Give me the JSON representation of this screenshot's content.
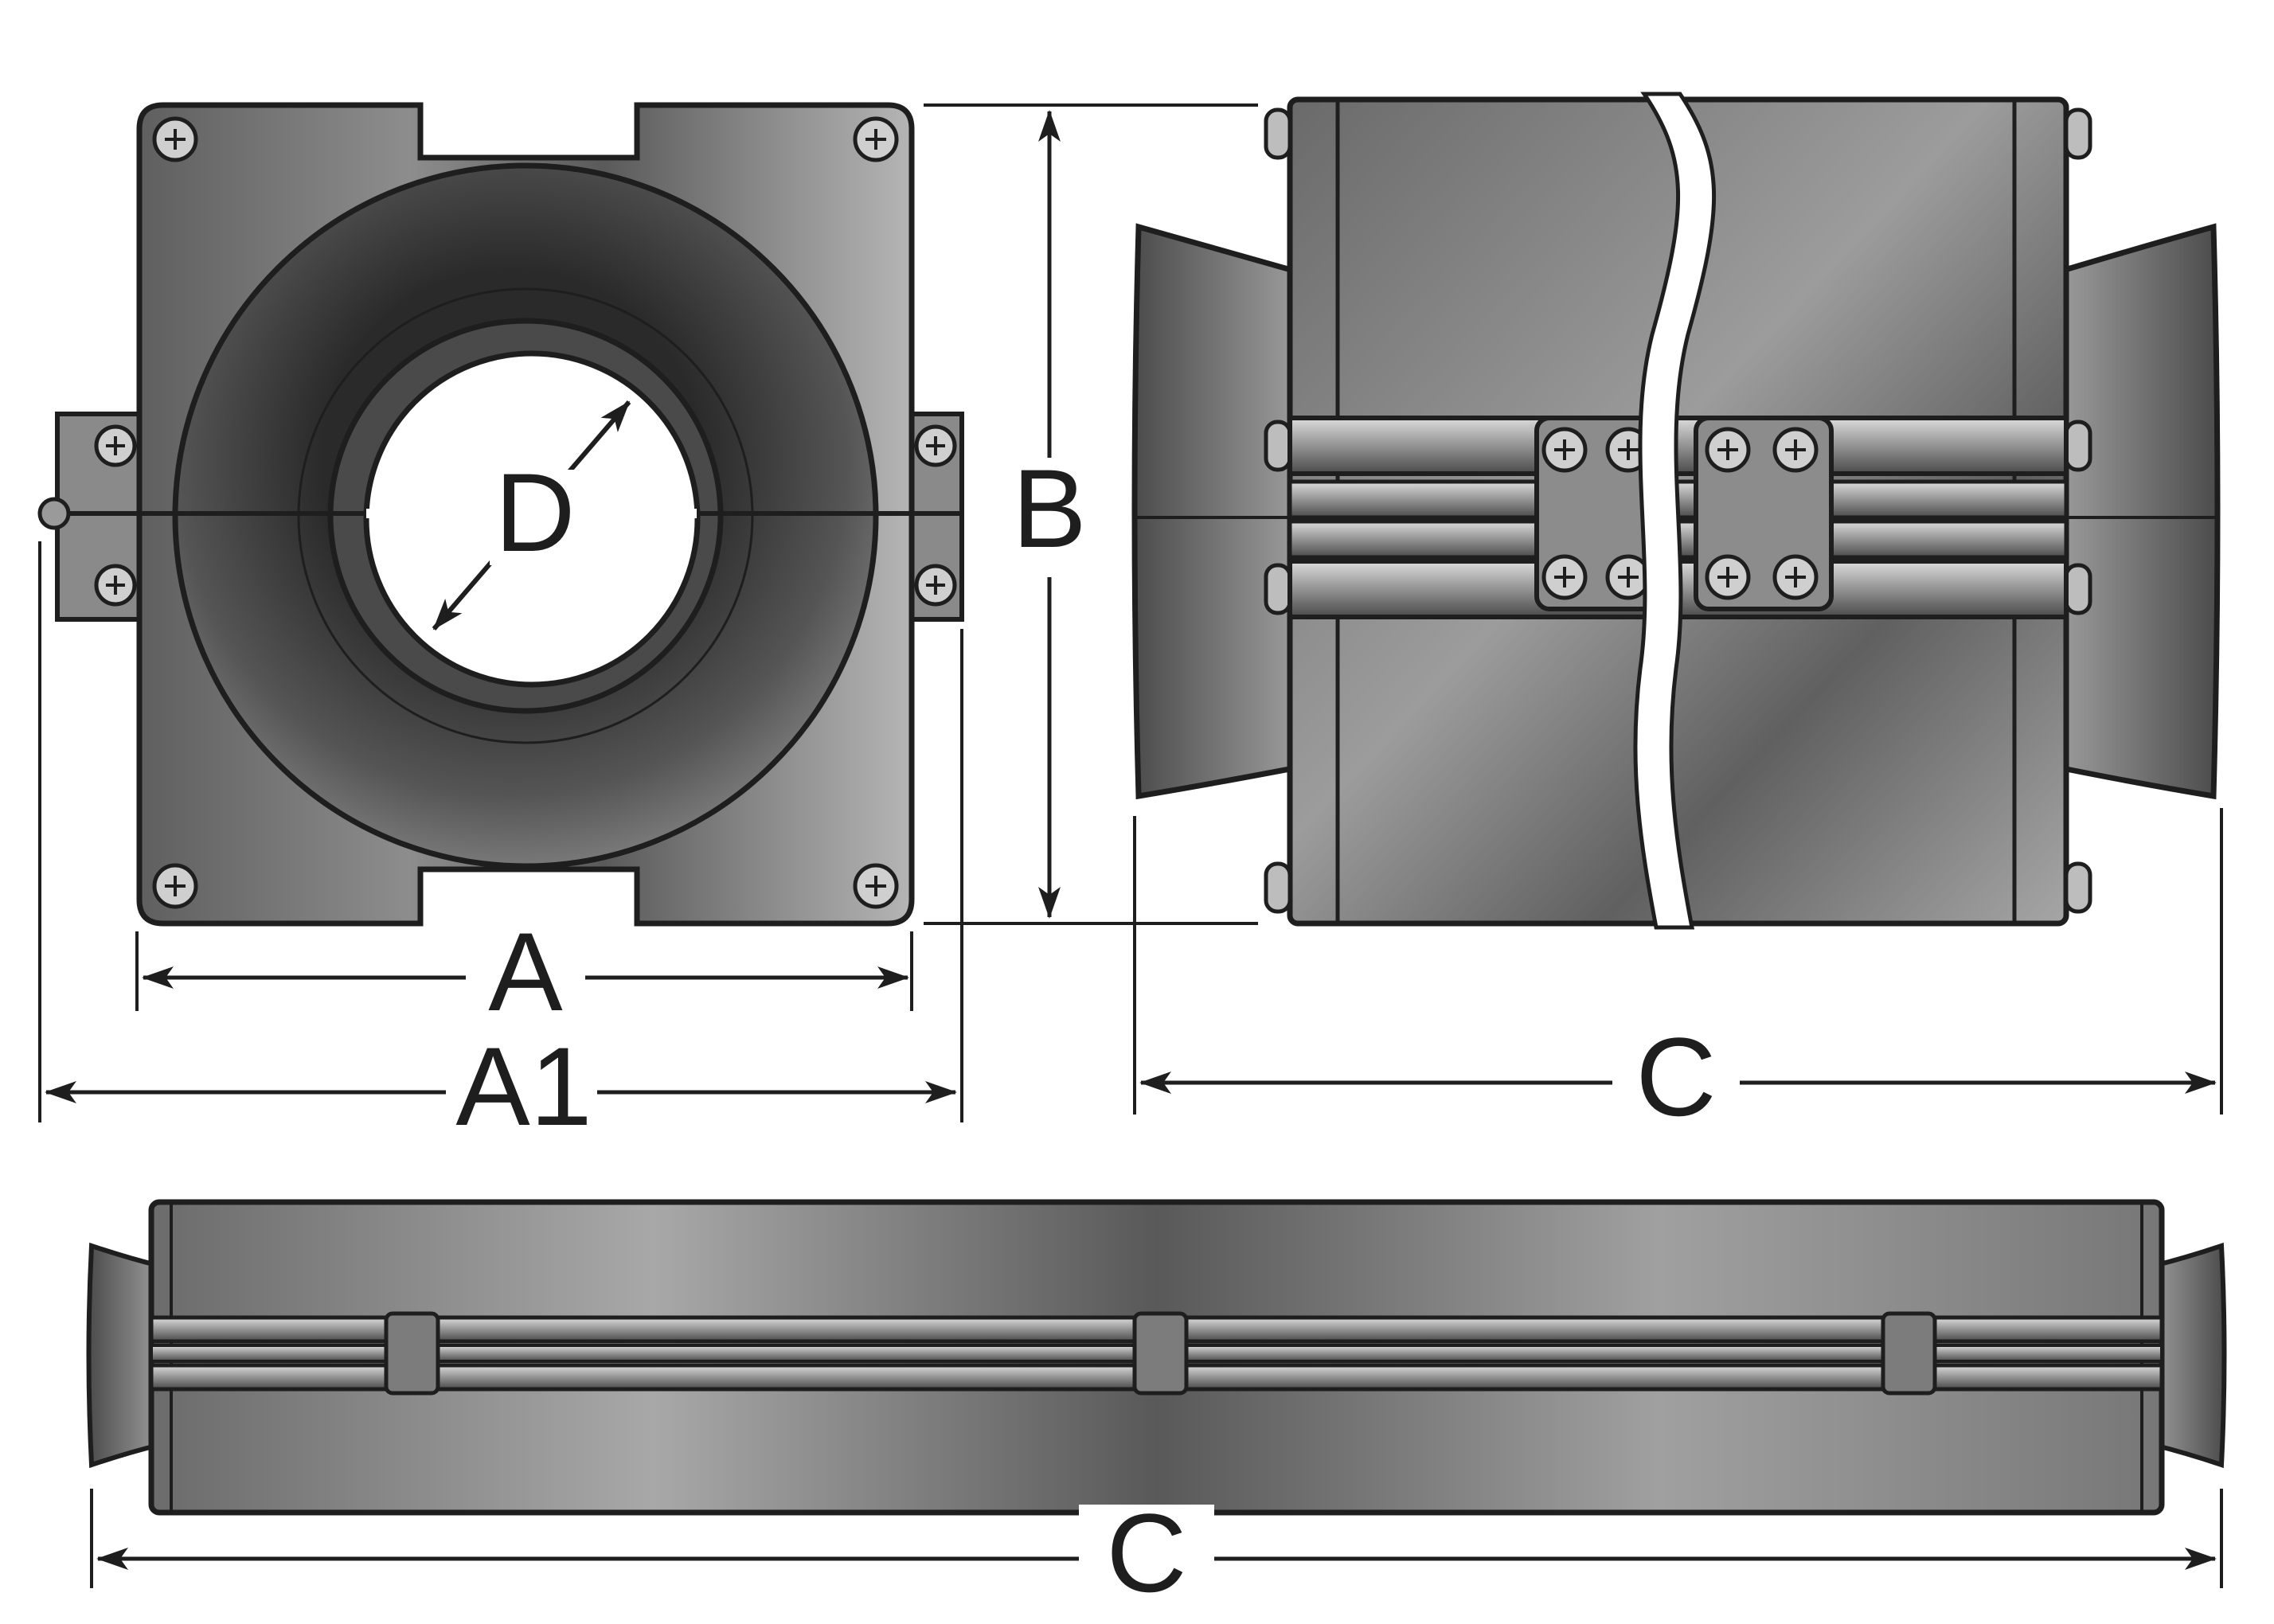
{
  "labels": {
    "A": "A",
    "A1": "A1",
    "B": "B",
    "C_side": "C",
    "C_long": "C",
    "D": "D"
  },
  "colors": {
    "outline": "#1e1e1e",
    "body_mid": "#7a7a7a",
    "body_dark": "#3e3e3e",
    "body_light": "#b8b8b8",
    "screw": "#c8c8c8"
  }
}
